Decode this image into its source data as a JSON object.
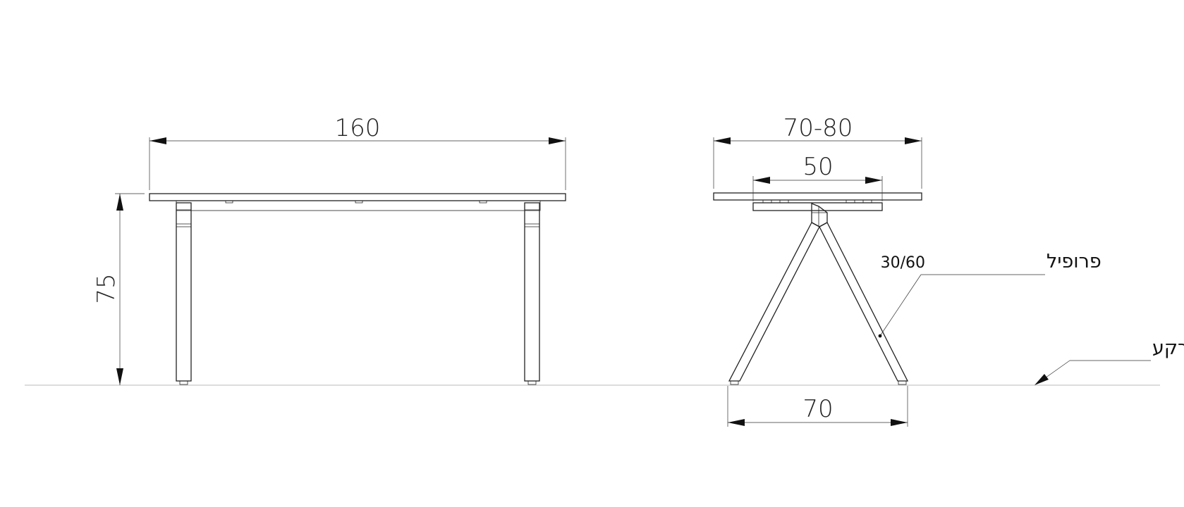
{
  "front_view": {
    "width_label": "160",
    "height_label": "75"
  },
  "side_view": {
    "top_width_label": "70-80",
    "frame_width_label": "50",
    "base_width_label": "70"
  },
  "annotations": {
    "profile_label": "פרופיל",
    "profile_size": "30/60",
    "ground_label": "פני קרקע"
  },
  "colors": {
    "line": "#222222",
    "ground_line": "#c8c8c8",
    "background": "#ffffff"
  }
}
